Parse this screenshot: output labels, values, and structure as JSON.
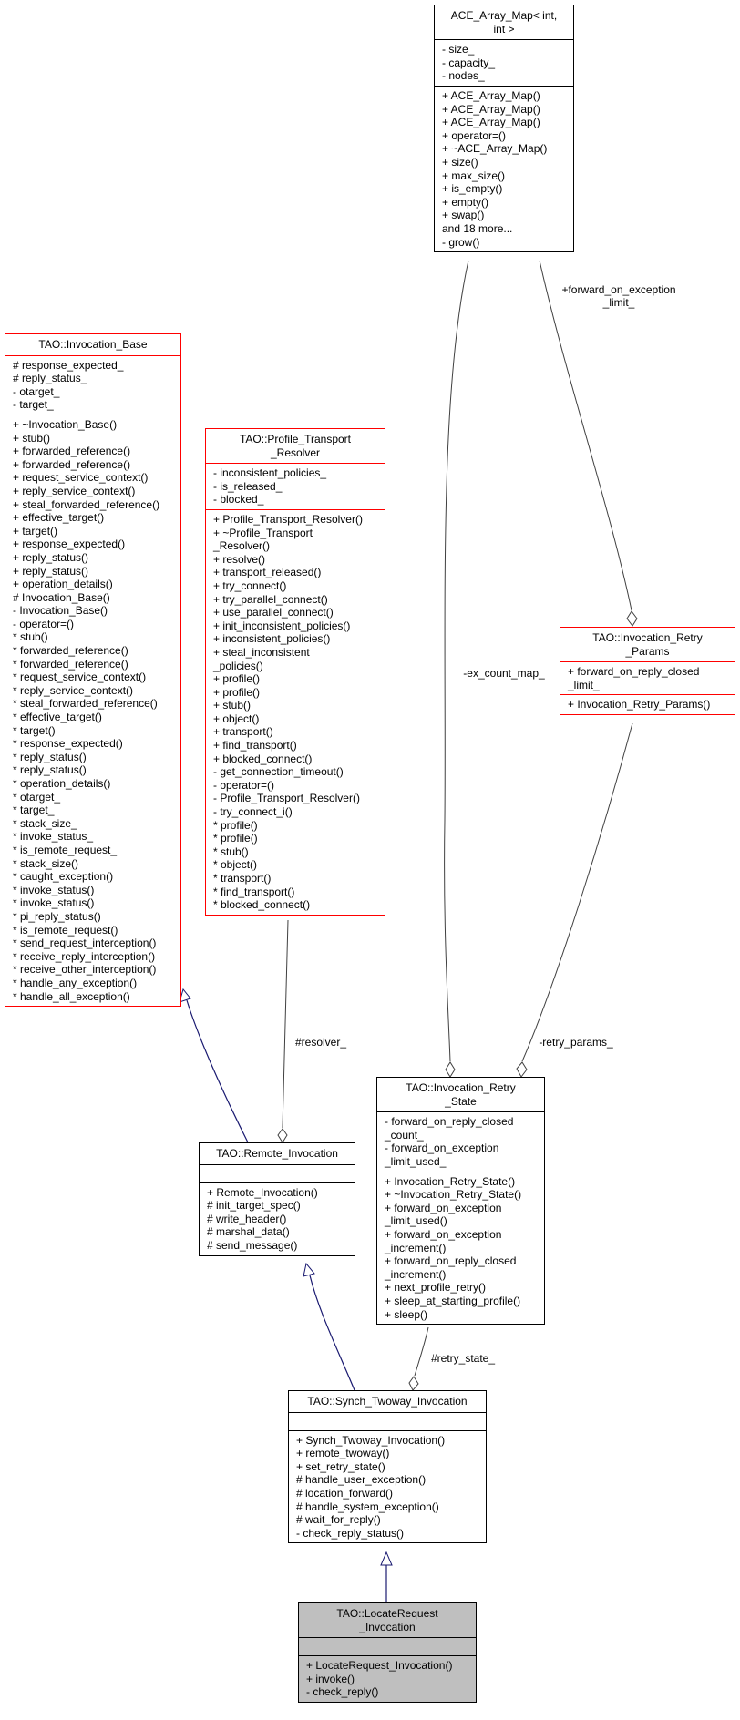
{
  "classes": {
    "ace_array_map": {
      "title": "ACE_Array_Map< int,\nint >",
      "attributes": [
        "- size_",
        "- capacity_",
        "- nodes_"
      ],
      "operations": [
        "+ ACE_Array_Map()",
        "+ ACE_Array_Map()",
        "+ ACE_Array_Map()",
        "+ operator=()",
        "+ ~ACE_Array_Map()",
        "+ size()",
        "+ max_size()",
        "+ is_empty()",
        "+ empty()",
        "+ swap()",
        "and 18 more...",
        "- grow()"
      ]
    },
    "invocation_base": {
      "title": "TAO::Invocation_Base",
      "attributes": [
        "# response_expected_",
        "# reply_status_",
        "- otarget_",
        "- target_"
      ],
      "operations": [
        "+ ~Invocation_Base()",
        "+ stub()",
        "+ forwarded_reference()",
        "+ forwarded_reference()",
        "+ request_service_context()",
        "+ reply_service_context()",
        "+ steal_forwarded_reference()",
        "+ effective_target()",
        "+ target()",
        "+ response_expected()",
        "+ reply_status()",
        "+ reply_status()",
        "+ operation_details()",
        "# Invocation_Base()",
        "- Invocation_Base()",
        "- operator=()",
        "* stub()",
        "* forwarded_reference()",
        "* forwarded_reference()",
        "* request_service_context()",
        "* reply_service_context()",
        "* steal_forwarded_reference()",
        "* effective_target()",
        "* target()",
        "* response_expected()",
        "* reply_status()",
        "* reply_status()",
        "* operation_details()",
        "* otarget_",
        "* target_",
        "* stack_size_",
        "* invoke_status_",
        "* is_remote_request_",
        "* stack_size()",
        "* caught_exception()",
        "* invoke_status()",
        "* invoke_status()",
        "* pi_reply_status()",
        "* is_remote_request()",
        "* send_request_interception()",
        "* receive_reply_interception()",
        "* receive_other_interception()",
        "* handle_any_exception()",
        "* handle_all_exception()"
      ]
    },
    "profile_transport_resolver": {
      "title": "TAO::Profile_Transport\n_Resolver",
      "attributes": [
        "- inconsistent_policies_",
        "- is_released_",
        "- blocked_"
      ],
      "operations": [
        "+ Profile_Transport_Resolver()",
        "+ ~Profile_Transport",
        "_Resolver()",
        "+ resolve()",
        "+ transport_released()",
        "+ try_connect()",
        "+ try_parallel_connect()",
        "+ use_parallel_connect()",
        "+ init_inconsistent_policies()",
        "+ inconsistent_policies()",
        "+ steal_inconsistent",
        "_policies()",
        "+ profile()",
        "+ profile()",
        "+ stub()",
        "+ object()",
        "+ transport()",
        "+ find_transport()",
        "+ blocked_connect()",
        "- get_connection_timeout()",
        "- operator=()",
        "- Profile_Transport_Resolver()",
        "- try_connect_i()",
        "* profile()",
        "* profile()",
        "* stub()",
        "* object()",
        "* transport()",
        "* find_transport()",
        "* blocked_connect()"
      ]
    },
    "invocation_retry_params": {
      "title": "TAO::Invocation_Retry\n_Params",
      "attributes": [
        "+ forward_on_reply_closed",
        "_limit_"
      ],
      "operations": [
        "+ Invocation_Retry_Params()"
      ]
    },
    "remote_invocation": {
      "title": "TAO::Remote_Invocation",
      "attributes": [],
      "operations": [
        "+ Remote_Invocation()",
        "# init_target_spec()",
        "# write_header()",
        "# marshal_data()",
        "# send_message()"
      ]
    },
    "invocation_retry_state": {
      "title": "TAO::Invocation_Retry\n_State",
      "attributes": [
        "- forward_on_reply_closed",
        "_count_",
        "- forward_on_exception",
        "_limit_used_"
      ],
      "operations": [
        "+ Invocation_Retry_State()",
        "+ ~Invocation_Retry_State()",
        "+ forward_on_exception",
        "_limit_used()",
        "+ forward_on_exception",
        "_increment()",
        "+ forward_on_reply_closed",
        "_increment()",
        "+ next_profile_retry()",
        "+ sleep_at_starting_profile()",
        "+ sleep()"
      ]
    },
    "synch_twoway_invocation": {
      "title": "TAO::Synch_Twoway_Invocation",
      "attributes": [],
      "operations": [
        "+ Synch_Twoway_Invocation()",
        "+ remote_twoway()",
        "+ set_retry_state()",
        "# handle_user_exception()",
        "# location_forward()",
        "# handle_system_exception()",
        "# wait_for_reply()",
        "- check_reply_status()"
      ]
    },
    "locaterequest_invocation": {
      "title": "TAO::LocateRequest\n_Invocation",
      "attributes": [],
      "operations": [
        "+ LocateRequest_Invocation()",
        "+ invoke()",
        "- check_reply()"
      ]
    }
  },
  "edge_labels": {
    "forward_on_exception_limit": "+forward_on_exception\n_limit_",
    "ex_count_map": "-ex_count_map_",
    "resolver": "#resolver_",
    "retry_params": "-retry_params_",
    "retry_state": "#retry_state_"
  },
  "colors": {
    "border_default": "#000000",
    "border_incomplete": "#ff0000",
    "inheritance_edge": "#191970",
    "association_edge": "#404040",
    "focus_fill": "#bfbfbf"
  }
}
